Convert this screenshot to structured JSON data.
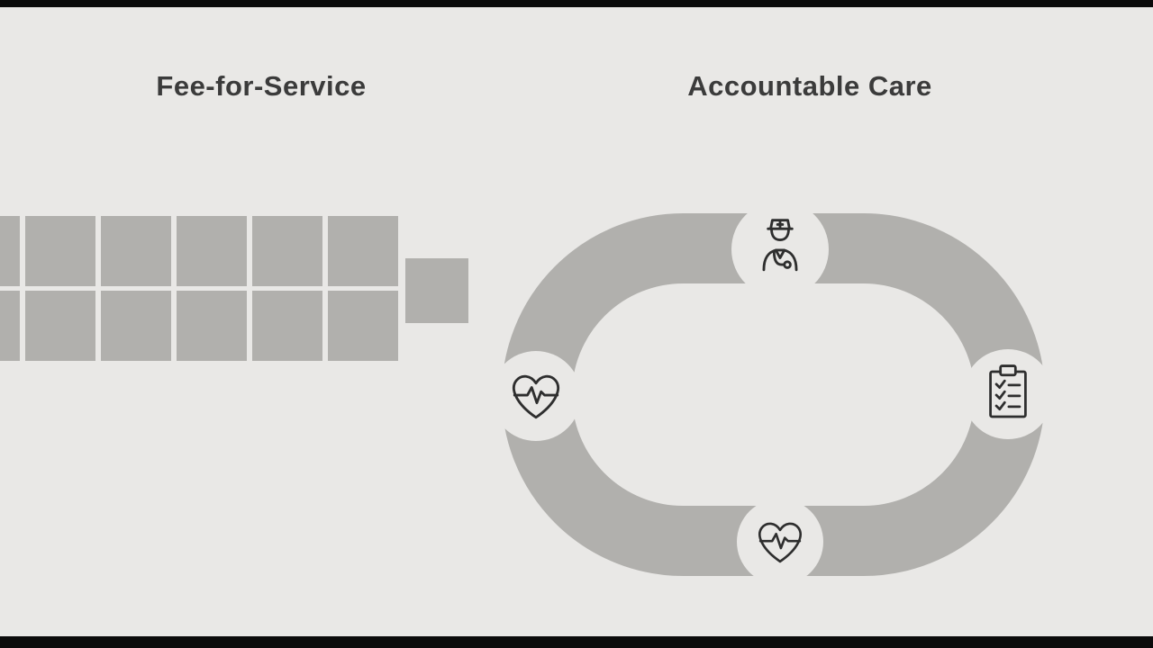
{
  "colors": {
    "background": "#e9e8e6",
    "shape_gray": "#b1b0ad",
    "bars": "#0b0b0b",
    "text": "#3b3b3b",
    "icon_stroke": "#2e2e2e"
  },
  "left_section": {
    "title": "Fee-for-Service",
    "grid": {
      "rows": 2,
      "cols": 6
    },
    "extra_square": true
  },
  "right_section": {
    "title": "Accountable Care",
    "nodes": [
      {
        "position": "top",
        "icon": "doctor-icon"
      },
      {
        "position": "left",
        "icon": "heart-pulse-icon"
      },
      {
        "position": "right",
        "icon": "checklist-clipboard-icon"
      },
      {
        "position": "bottom",
        "icon": "heart-pulse-icon"
      }
    ]
  }
}
